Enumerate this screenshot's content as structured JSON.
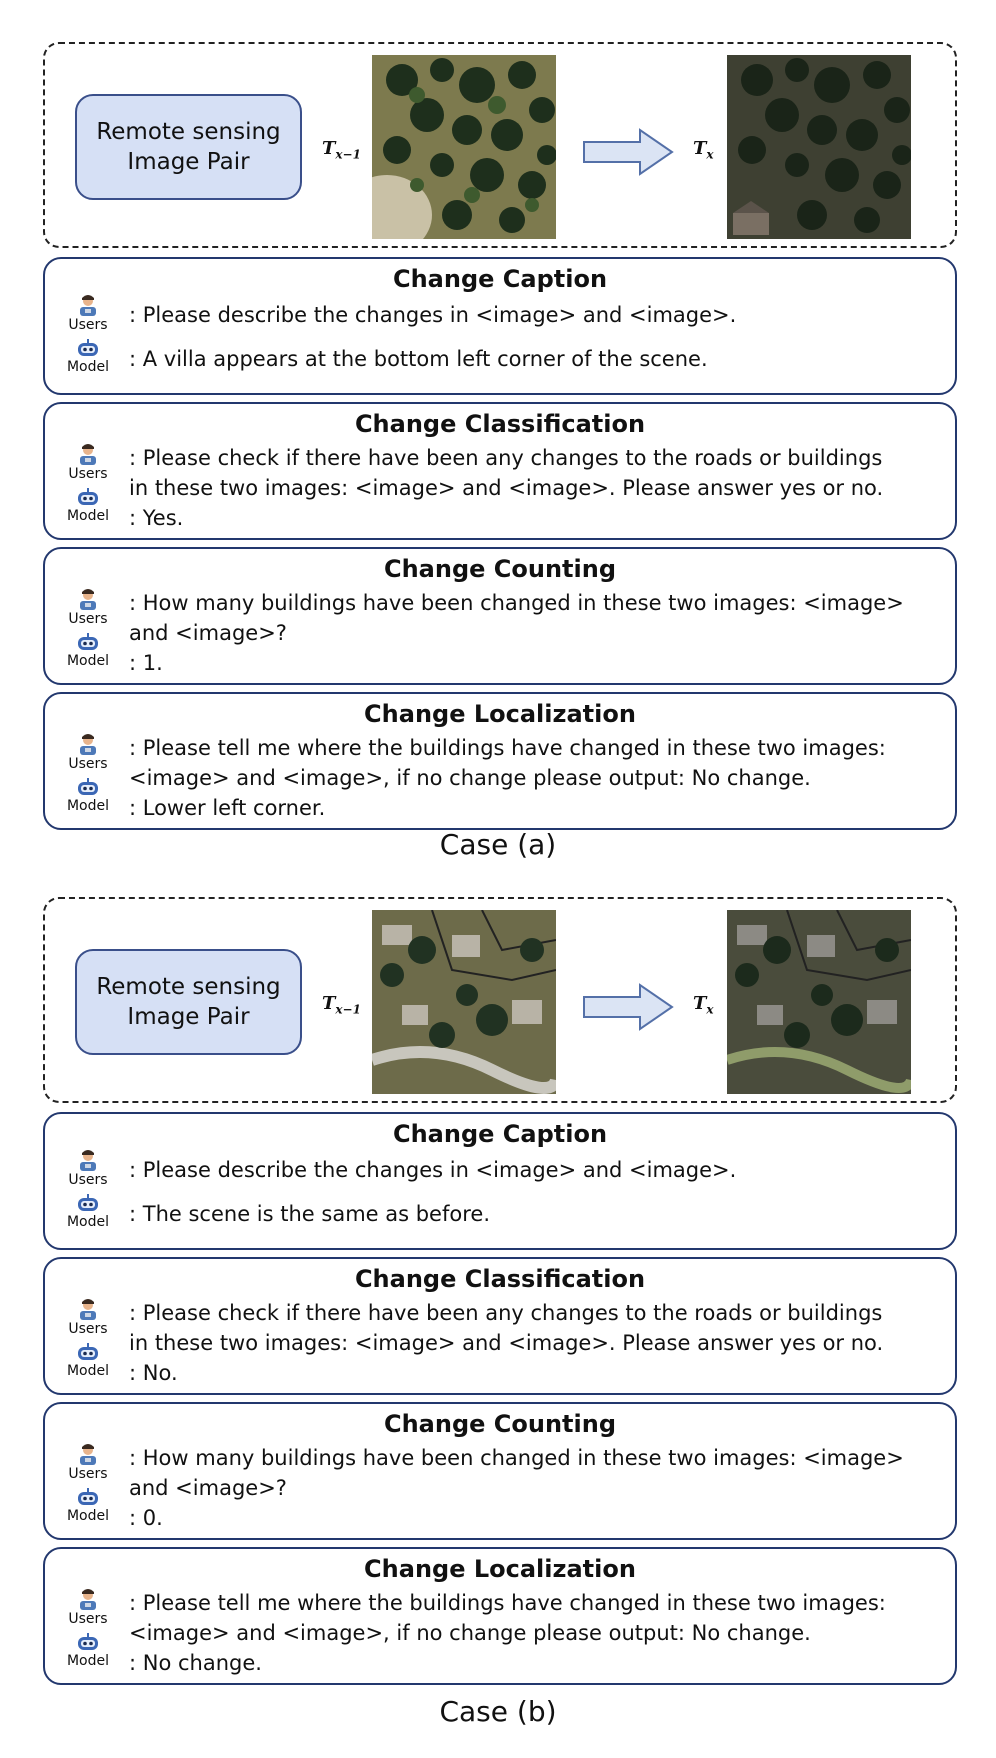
{
  "cases": [
    {
      "label": "Case (a)",
      "image_pair": {
        "label": "Remote sensing\nImage Pair",
        "t_prev": "T",
        "t_prev_sub": "x−1",
        "t_cur": "T",
        "t_cur_sub": "x"
      },
      "tasks": [
        {
          "title": "Change Caption",
          "user_label": "Users",
          "model_label": "Model",
          "lines": [
            ": Please describe the changes in <image> and <image>.",
            ": A villa appears at the bottom left corner of the scene."
          ]
        },
        {
          "title": "Change Classification",
          "user_label": "Users",
          "model_label": "Model",
          "lines": [
            ": Please check if there have been any changes to the roads or buildings",
            "in these two images: <image> and <image>. Please answer yes or no.",
            ": Yes."
          ]
        },
        {
          "title": "Change Counting",
          "user_label": "Users",
          "model_label": "Model",
          "lines": [
            ": How many buildings have been changed in these two images: <image>",
            "and <image>?",
            ": 1."
          ]
        },
        {
          "title": "Change Localization",
          "user_label": "Users",
          "model_label": "Model",
          "lines": [
            ": Please tell me where the buildings have changed in these two images:",
            "<image> and <image>, if no change please output: No change.",
            ": Lower left corner."
          ]
        }
      ]
    },
    {
      "label": "Case (b)",
      "image_pair": {
        "label": "Remote sensing\nImage Pair",
        "t_prev": "T",
        "t_prev_sub": "x−1",
        "t_cur": "T",
        "t_cur_sub": "x"
      },
      "tasks": [
        {
          "title": "Change Caption",
          "user_label": "Users",
          "model_label": "Model",
          "lines": [
            ": Please describe the changes in <image> and <image>.",
            ": The scene is the same as before."
          ]
        },
        {
          "title": "Change Classification",
          "user_label": "Users",
          "model_label": "Model",
          "lines": [
            ": Please check if there have been any changes to the roads or buildings",
            "in these two images: <image> and <image>. Please answer yes or no.",
            ": No."
          ]
        },
        {
          "title": "Change Counting",
          "user_label": "Users",
          "model_label": "Model",
          "lines": [
            ": How many buildings have been changed in these two images: <image>",
            "and <image>?",
            ": 0."
          ]
        },
        {
          "title": "Change Localization",
          "user_label": "Users",
          "model_label": "Model",
          "lines": [
            ": Please tell me where the buildings have changed in these two images:",
            "<image> and <image>, if no change please output: No change.",
            ": No change."
          ]
        }
      ]
    }
  ],
  "colors": {
    "panel_border": "#23386e",
    "label_fill": "#d6e0f5",
    "arrow_fill": "#dbe4f4"
  },
  "icons": {
    "user": "user-avatar-icon",
    "model": "robot-icon"
  }
}
